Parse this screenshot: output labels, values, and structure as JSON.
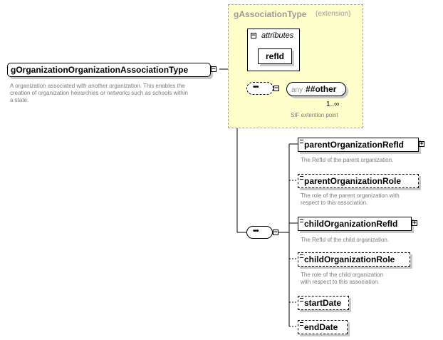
{
  "main": {
    "name": "gOrganizationOrganizationAssociationType",
    "description": "A organization associated with another organization. This enables the creation of organization heirarchies or networks such as schools within a state.",
    "description_lines": [
      "A organization associated with another organization. This enables the",
      "creation of organization heirarchies or networks such as schools within",
      "a state."
    ]
  },
  "group": {
    "name": "gAssociationType",
    "kind": "(extension)",
    "attributes_label": "attributes",
    "attribute": "refId",
    "any_label": "any",
    "any_value": "##other",
    "cardinality": "1..∞",
    "any_desc": "SIF extention point"
  },
  "elements": [
    {
      "name": "parentOrganizationRefId",
      "desc_lines": [
        "The RefId of the parent organization."
      ]
    },
    {
      "name": "parentOrganizationRole",
      "desc_lines": [
        "The role of the parent organization with",
        "respect to this association."
      ]
    },
    {
      "name": "childOrganizationRefId",
      "desc_lines": [
        "The RefId of the child organization."
      ]
    },
    {
      "name": "childOrganizationRole",
      "desc_lines": [
        "The role of the child organization",
        "with respect to this association."
      ]
    },
    {
      "name": "startDate",
      "desc_lines": []
    },
    {
      "name": "endDate",
      "desc_lines": []
    }
  ],
  "icons": {
    "collapse": "minus-box-icon",
    "expand": "plus-box-icon",
    "sequence": "sequence-compositor-icon",
    "document": "element-doc-icon"
  },
  "colors": {
    "group_fill": "#ffffcc",
    "group_border": "#a0a0a0",
    "description": "#7a7a7a"
  }
}
